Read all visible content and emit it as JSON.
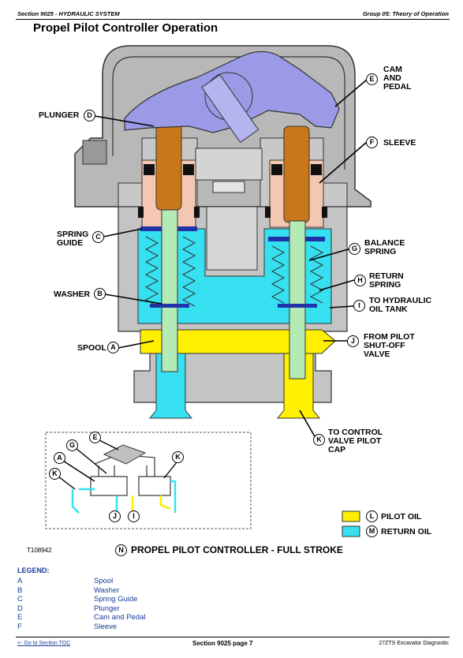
{
  "header": {
    "left": "Section 9025 - HYDRAULIC SYSTEM",
    "right": "Group 05: Theory of Operation"
  },
  "page_title": "Propel Pilot Controller Operation",
  "callouts": {
    "cam": "CAM\nAND\nPEDAL",
    "plunger": "PLUNGER",
    "sleeve": "SLEEVE",
    "spring_guide": "SPRING\nGUIDE",
    "balance_spring": "BALANCE\nSPRING",
    "return_spring": "RETURN\nSPRING",
    "washer": "WASHER",
    "to_tank": "TO HYDRAULIC\nOIL TANK",
    "spool": "SPOOL",
    "from_pilot": "FROM PILOT\nSHUT-OFF\nVALVE",
    "to_control": "TO CONTROL\nVALVE PILOT\nCAP"
  },
  "letters": {
    "A": "A",
    "B": "B",
    "C": "C",
    "D": "D",
    "E": "E",
    "F": "F",
    "G": "G",
    "H": "H",
    "I": "I",
    "J": "J",
    "K": "K",
    "L": "L",
    "M": "M",
    "N": "N"
  },
  "key": {
    "pilot_oil": "PILOT OIL",
    "return_oil": "RETURN OIL",
    "pilot_color": "#ffef00",
    "return_color": "#36e0f0"
  },
  "figure": {
    "id": "T108942",
    "caption": "PROPEL PILOT CONTROLLER - FULL STROKE"
  },
  "legend": {
    "title": "LEGEND:",
    "items": [
      {
        "letter": "A",
        "text": "Spool"
      },
      {
        "letter": "B",
        "text": "Washer"
      },
      {
        "letter": "C",
        "text": "Spring Guide"
      },
      {
        "letter": "D",
        "text": "Plunger"
      },
      {
        "letter": "E",
        "text": "Cam and Pedal"
      },
      {
        "letter": "F",
        "text": "Sleeve"
      }
    ]
  },
  "footer": {
    "link": "<- Go to Section TOC",
    "center": "Section 9025 page 7",
    "right": "27ZTS Excavator Diagnostic"
  }
}
